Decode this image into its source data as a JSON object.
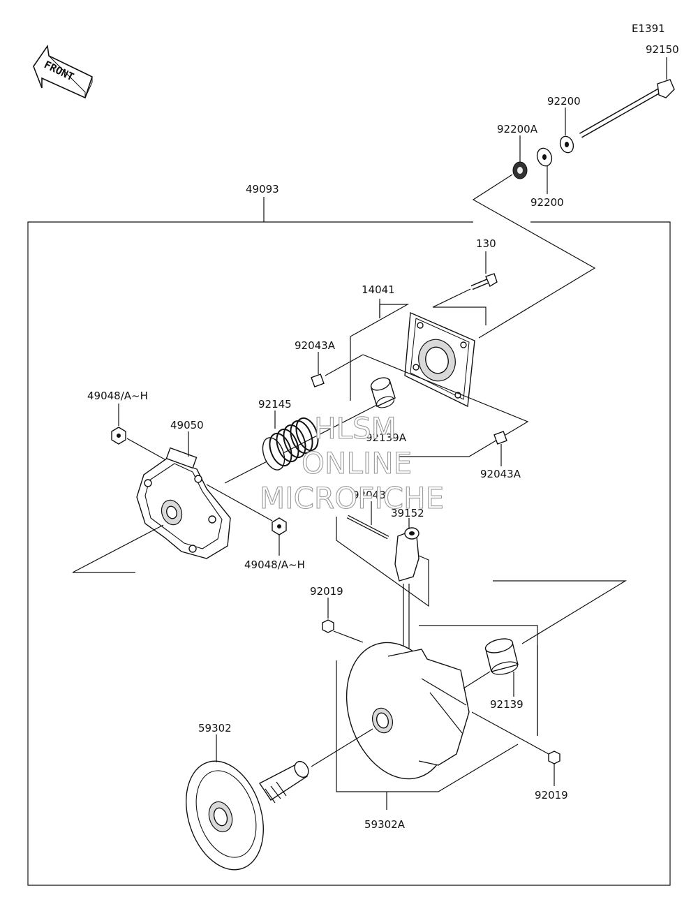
{
  "diagram_code": "E1391",
  "front_label": "FRONT",
  "watermark": {
    "line1": "HLSM",
    "line2": "ONLINE",
    "line3": "MICROFICHE"
  },
  "parts": {
    "p92150": "92150",
    "p92200_top": "92200",
    "p92200A": "92200A",
    "p92200_bottom": "92200",
    "p49093": "49093",
    "p130": "130",
    "p14041": "14041",
    "p92043A_left": "92043A",
    "p92043A_right": "92043A",
    "p92139A": "92139A",
    "p49048_top": "49048/A~H",
    "p49048_bottom": "49048/A~H",
    "p92145": "92145",
    "p49050": "49050",
    "p92043": "92043",
    "p39152": "39152",
    "p92019_left": "92019",
    "p92019_right": "92019",
    "p92139": "92139",
    "p59302": "59302",
    "p59302A": "59302A"
  }
}
